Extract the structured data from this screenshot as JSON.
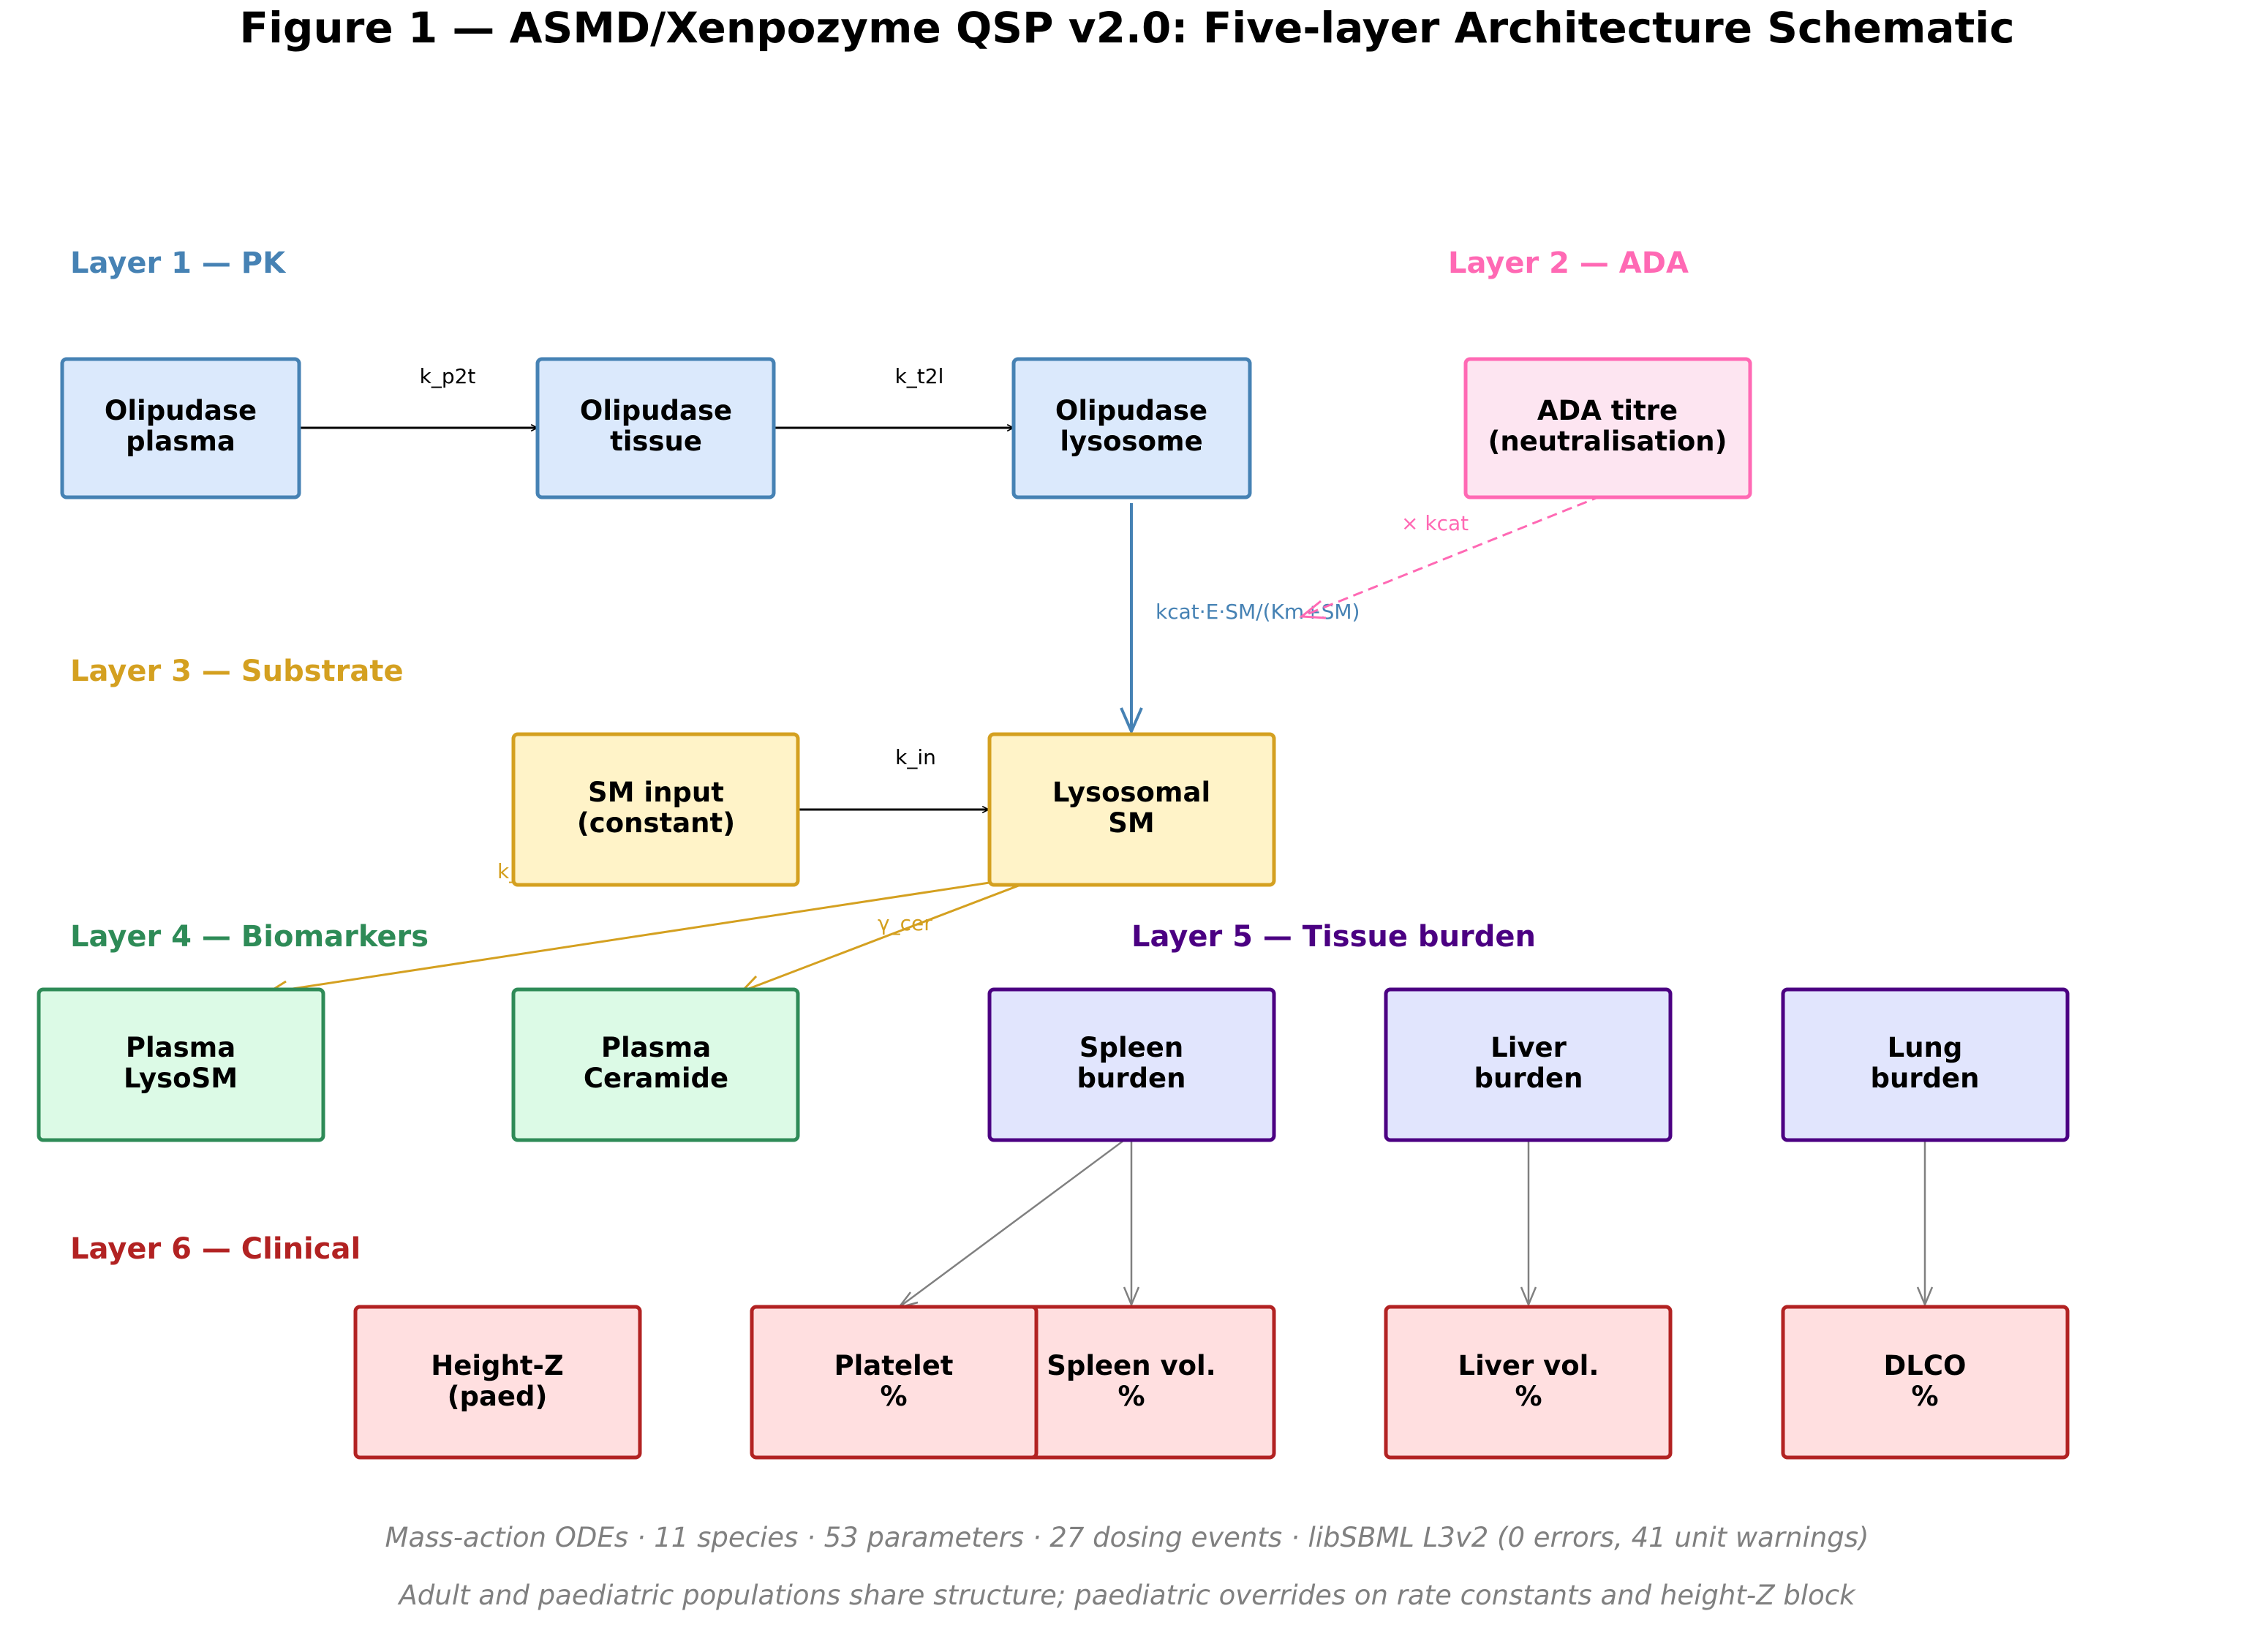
{
  "title": "Figure 1 — ASMD/Xenpozyme QSP v2.0: Five-layer Architecture Schematic",
  "colors": {
    "pk": "#4682b4",
    "pk_fill": "#dbe9fc",
    "ada": "#ff69b4",
    "ada_fill": "#fde5f1",
    "substrate": "#d4a020",
    "substrate_fill": "#fff3c8",
    "biomarker": "#2e8b57",
    "biomarker_fill": "#dcfae6",
    "tissue": "#4b0082",
    "tissue_fill": "#e1e5fd",
    "clinical": "#b22222",
    "clinical_fill": "#ffdfe0",
    "neutral_edge": "#808080",
    "black_edge": "#000000"
  },
  "layers": {
    "pk": "Layer 1 — PK",
    "ada": "Layer 2 — ADA",
    "substrate": "Layer 3 — Substrate",
    "biomarker": "Layer 4 — Biomarkers",
    "tissue": "Layer 5 — Tissue burden",
    "clinical": "Layer 6 — Clinical"
  },
  "nodes": {
    "olipudase_plasma": [
      "Olipudase",
      "plasma"
    ],
    "olipudase_tissue": [
      "Olipudase",
      "tissue"
    ],
    "olipudase_lysosome": [
      "Olipudase",
      "lysosome"
    ],
    "ada_titre": [
      "ADA titre",
      "(neutralisation)"
    ],
    "sm_input": [
      "SM input",
      "(constant)"
    ],
    "lysosomal_sm": [
      "Lysosomal",
      "SM"
    ],
    "plasma_lysosm": [
      "Plasma",
      "LysoSM"
    ],
    "plasma_ceramide": [
      "Plasma",
      "Ceramide"
    ],
    "spleen_burden": [
      "Spleen",
      "burden"
    ],
    "liver_burden": [
      "Liver",
      "burden"
    ],
    "lung_burden": [
      "Lung",
      "burden"
    ],
    "height_z": [
      "Height-Z",
      "(paed)"
    ],
    "platelet": [
      "Platelet",
      "%"
    ],
    "spleen_vol": [
      "Spleen vol.",
      "%"
    ],
    "liver_vol": [
      "Liver vol.",
      "%"
    ],
    "dlco": [
      "DLCO",
      "%"
    ]
  },
  "edge_labels": {
    "k_p2t": "k_p2t",
    "k_t2l": "k_t2l",
    "kcat_flux": "kcat·E·SM/(Km+SM)",
    "x_kcat": "× kcat",
    "k_in": "k_in",
    "k_lsm": "k_LSM",
    "gamma_cer": "γ_cer"
  },
  "footer": {
    "line1": "Mass-action ODEs · 11 species · 53 parameters · 27 dosing events · libSBML L3v2 (0 errors, 41 unit warnings)",
    "line2": "Adult and paediatric populations share structure; paediatric overrides on rate constants and height-Z block"
  }
}
